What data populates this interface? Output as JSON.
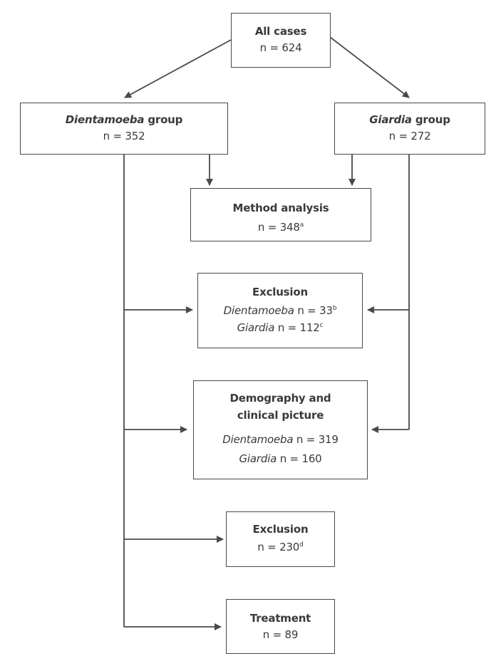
{
  "boxes": {
    "all_cases": {
      "title": "All cases",
      "count": "n = 624"
    },
    "dientamoeba_group": {
      "title_italic": "Dientamoeba",
      "title_rest": "group",
      "count": "n = 352"
    },
    "giardia_group": {
      "title_italic": "Giardia",
      "title_rest": "group",
      "count": "n = 272"
    },
    "method_analysis": {
      "title": "Method analysis",
      "count": "n = 348",
      "note": "a"
    },
    "exclusion_1": {
      "title": "Exclusion",
      "line1_italic": "Dientamoeba",
      "line1_count": "n = 33",
      "line1_note": "b",
      "line2_italic": "Giardia",
      "line2_count": "n = 112",
      "line2_note": "c"
    },
    "demography": {
      "title_line1": "Demography and",
      "title_line2": "clinical picture",
      "line1_italic": "Dientamoeba",
      "line1_count": "n = 319",
      "line2_italic": "Giardia",
      "line2_count": "n = 160"
    },
    "exclusion_2": {
      "title": "Exclusion",
      "count": "n = 230",
      "note": "d"
    },
    "treatment": {
      "title": "Treatment",
      "count": "n = 89"
    }
  },
  "colors": {
    "stroke": "#4a4a4a",
    "text": "#3a3a3a"
  }
}
